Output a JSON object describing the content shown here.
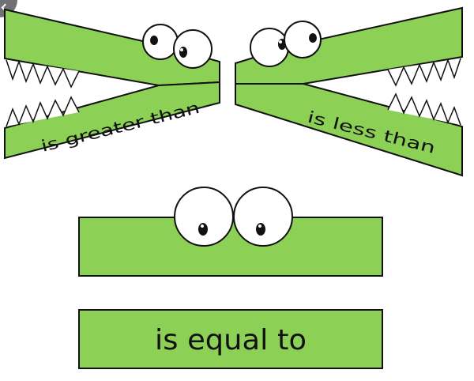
{
  "labels": {
    "greater": "is greater than",
    "less": "is less than",
    "equal": "is equal to"
  },
  "colors": {
    "body_green": "#8cd056",
    "outline": "#111111",
    "eye_white": "#ffffff",
    "pupil": "#111111",
    "background": "#ffffff"
  },
  "icons": {
    "corner": "back-arrow-icon"
  }
}
